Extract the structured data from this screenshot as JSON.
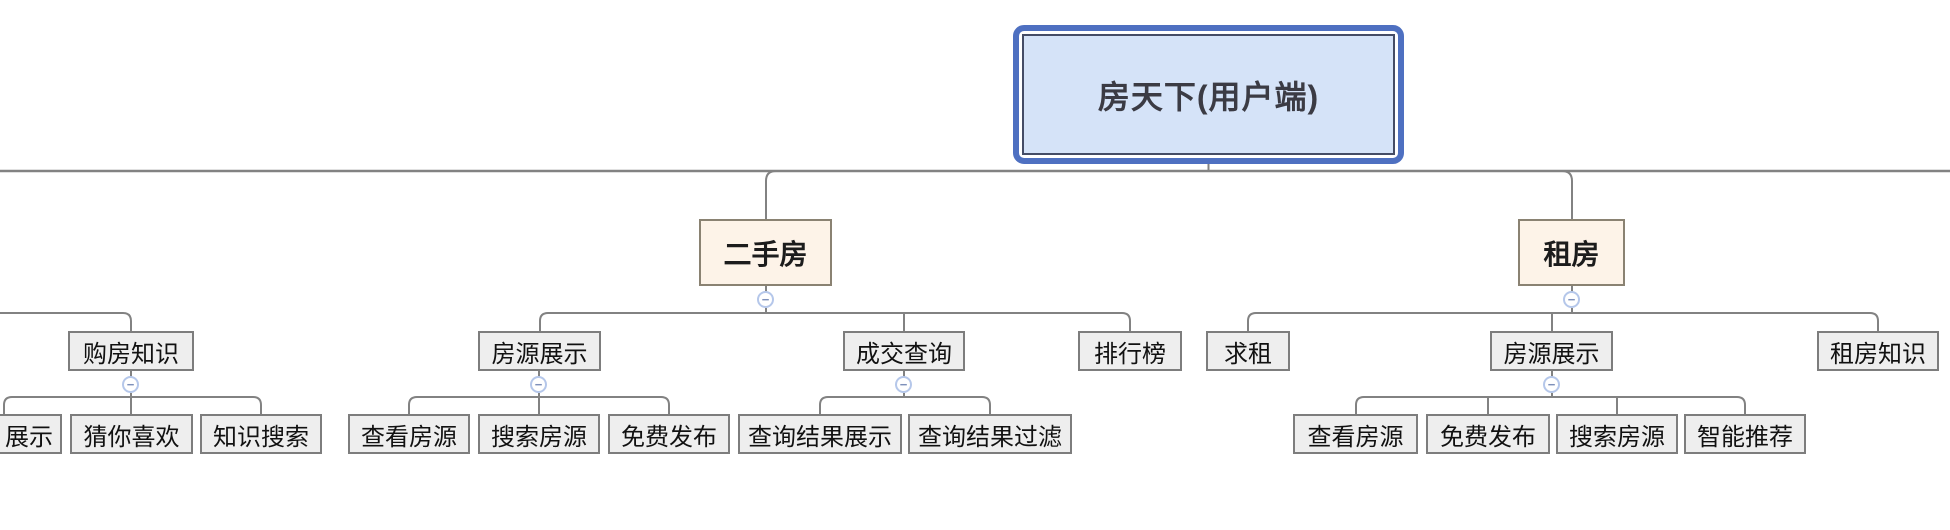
{
  "diagram": {
    "tree": {
      "root": {
        "label": "房天下(用户端)"
      },
      "offscreen_branch": {
        "children": [
          {
            "label": "购房知识",
            "collapse_state": "expanded",
            "children": [
              {
                "label": "展示"
              },
              {
                "label": "猜你喜欢"
              },
              {
                "label": "知识搜索"
              }
            ]
          }
        ]
      },
      "branches": [
        {
          "label": "二手房",
          "collapse_state": "expanded",
          "children": [
            {
              "label": "房源展示",
              "collapse_state": "expanded",
              "children": [
                {
                  "label": "查看房源"
                },
                {
                  "label": "搜索房源"
                },
                {
                  "label": "免费发布"
                }
              ]
            },
            {
              "label": "成交查询",
              "collapse_state": "expanded",
              "children": [
                {
                  "label": "查询结果展示"
                },
                {
                  "label": "查询结果过滤"
                }
              ]
            },
            {
              "label": "排行榜"
            }
          ]
        },
        {
          "label": "租房",
          "collapse_state": "expanded",
          "children": [
            {
              "label": "求租"
            },
            {
              "label": "房源展示",
              "collapse_state": "expanded",
              "children": [
                {
                  "label": "查看房源"
                },
                {
                  "label": "免费发布"
                },
                {
                  "label": "搜索房源"
                },
                {
                  "label": "智能推荐"
                }
              ]
            },
            {
              "label": "租房知识"
            }
          ]
        }
      ]
    },
    "icons": {
      "collapse_glyph": "−"
    },
    "colors": {
      "root_border": "#4e70c1",
      "root_fill": "#d5e3f8",
      "root_inner_border": "#444c66",
      "branch_fill": "#fdf3e8",
      "branch_border": "#8a8272",
      "topic_fill": "#eeeeee",
      "topic_border": "#7d7d7d",
      "connector": "#828282",
      "toggle_border": "#b5c7ea",
      "toggle_glyph": "#7e90ba",
      "background": "#ffffff"
    }
  }
}
